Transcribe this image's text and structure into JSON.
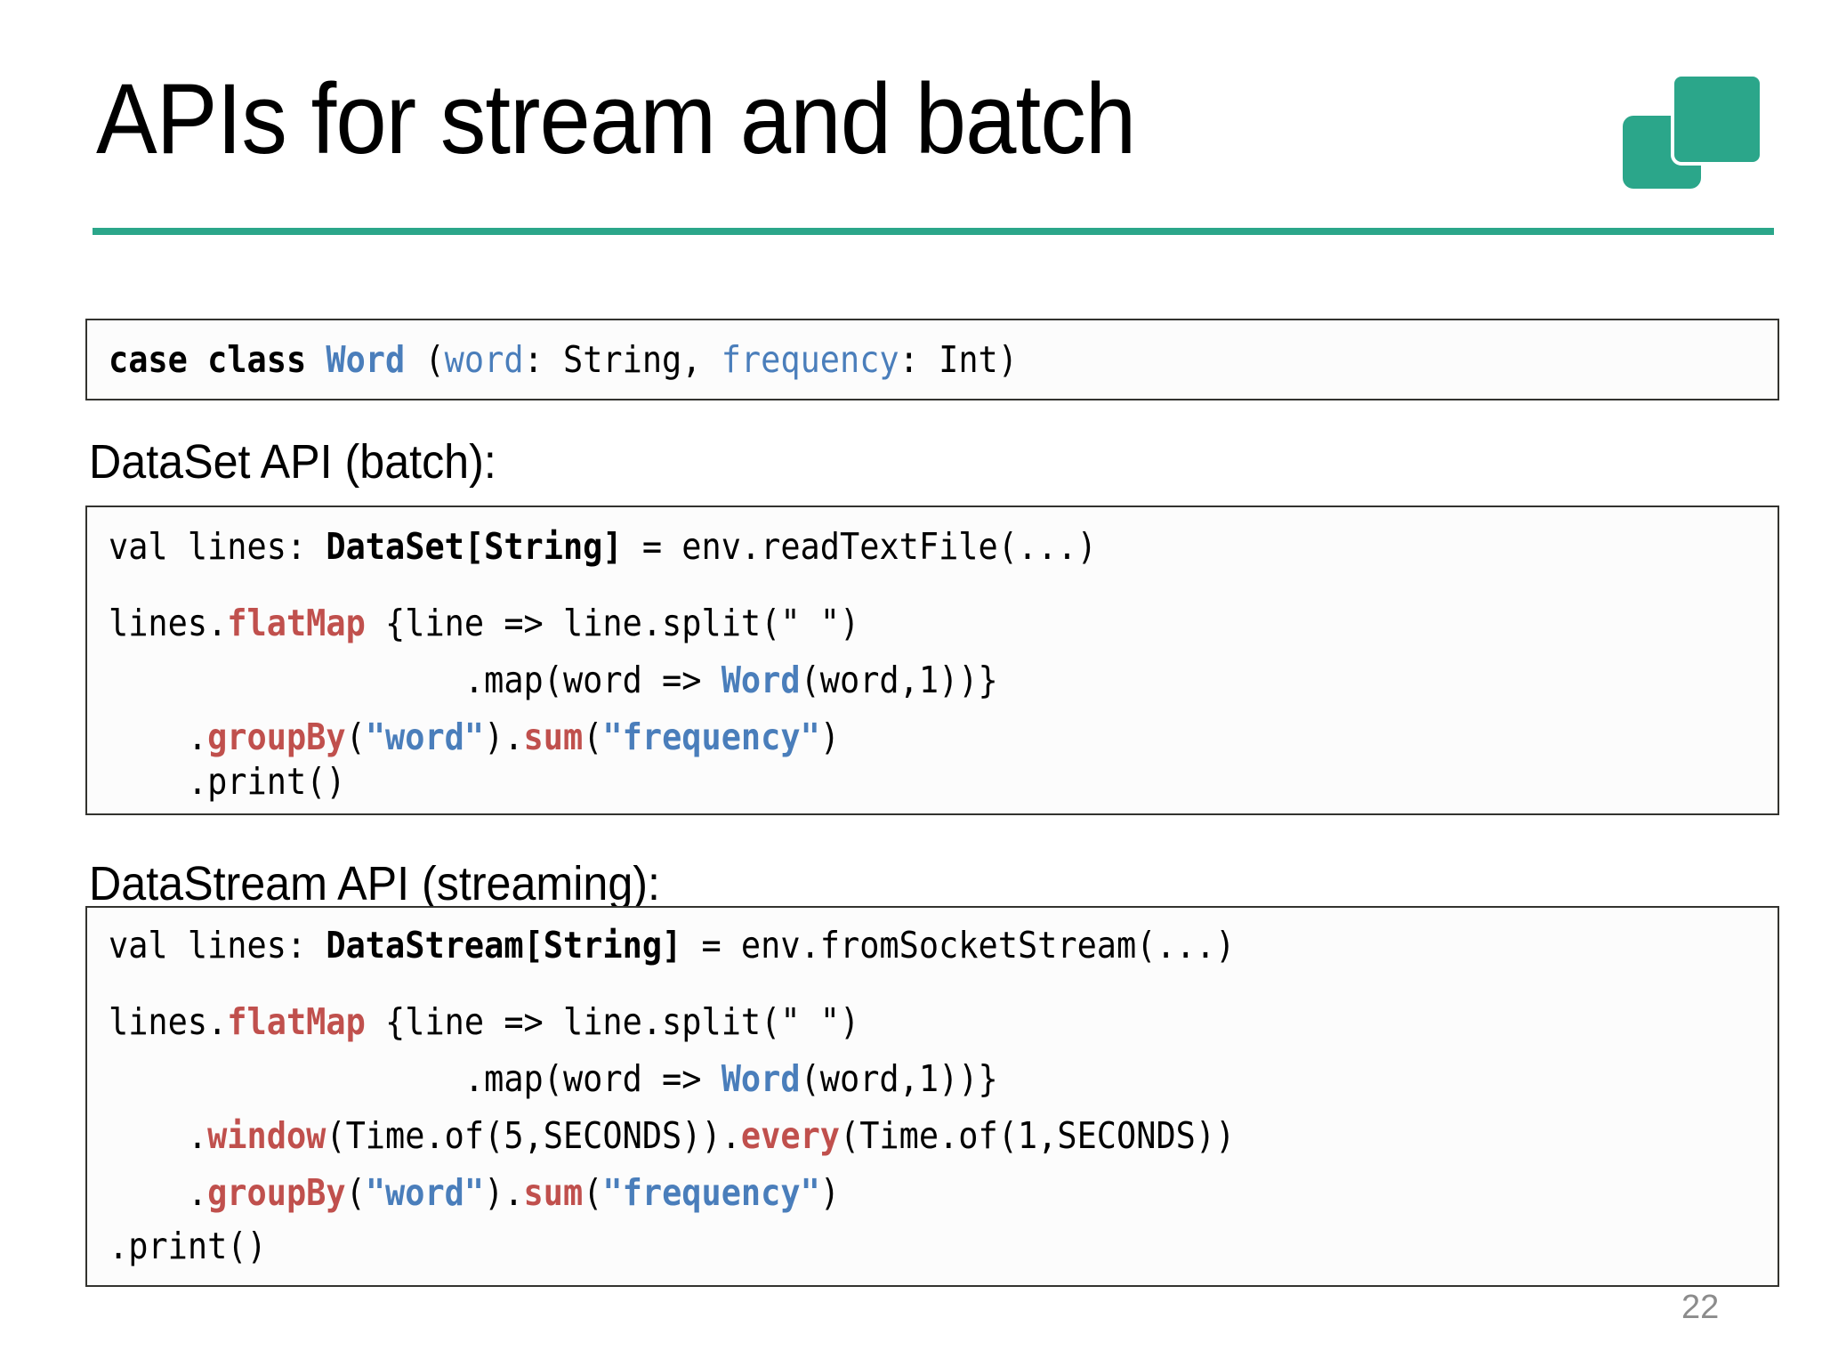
{
  "slide": {
    "title": "APIs for stream and batch",
    "page_number": "22",
    "accent_color": "#2ba68a",
    "code_keyword_color": "#000000",
    "code_blue_color": "#4a7ebb",
    "code_red_color": "#c0504d",
    "page_number_color": "#8c8c8c"
  },
  "logo": {
    "name": "two-overlapping-rounded-squares",
    "color": "#2ba68a"
  },
  "case_class_box": {
    "segments": [
      {
        "text": "case class ",
        "style": "kw"
      },
      {
        "text": "Word ",
        "style": "blue"
      },
      {
        "text": "(",
        "style": "plain"
      },
      {
        "text": "word",
        "style": "blue"
      },
      {
        "text": ": String, ",
        "style": "plain"
      },
      {
        "text": "frequency",
        "style": "blue"
      },
      {
        "text": ": Int)",
        "style": "plain"
      }
    ],
    "plain_text": "case class Word (word: String, frequency: Int)"
  },
  "dataset_section": {
    "label": "DataSet API (batch):",
    "lines": [
      "val lines: DataSet[String] = env.readTextFile(...)",
      "lines.flatMap {line => line.split(\" \")",
      "                     .map(word => Word(word,1))}",
      "    .groupBy(\"word\").sum(\"frequency\")",
      "    .print()"
    ],
    "l1_a": "val lines: ",
    "l1_b": "DataSet[String]",
    "l1_c": " = env.readTextFile(...)",
    "l2_a": "lines.",
    "l2_b": "flatMap",
    "l2_c": " {line => line.split(\" \")",
    "l3_a": "                  .map(word => ",
    "l3_b": "Word",
    "l3_c": "(word,1))}",
    "l4_indent": "    .",
    "l4_groupby": "groupBy",
    "l4_paren1": "(",
    "l4_word": "\"word\"",
    "l4_paren2": ").",
    "l4_sum": "sum",
    "l4_paren3": "(",
    "l4_freq": "\"frequency\"",
    "l4_paren4": ")",
    "l5": "    .print()"
  },
  "datastream_section": {
    "label": "DataStream API (streaming):",
    "lines": [
      "val lines: DataStream[String] = env.fromSocketStream(...)",
      "lines.flatMap {line => line.split(\" \")",
      "                     .map(word => Word(word,1))}",
      "    .window(Time.of(5,SECONDS)).every(Time.of(1,SECONDS))",
      "    .groupBy(\"word\").sum(\"frequency\")",
      ".print()"
    ],
    "l1_a": "val lines: ",
    "l1_b": "DataStream[String]",
    "l1_c": " = env.fromSocketStream(...)",
    "l2_a": "lines.",
    "l2_b": "flatMap",
    "l2_c": " {line => line.split(\" \")",
    "l3_a": "                  .map(word => ",
    "l3_b": "Word",
    "l3_c": "(word,1))}",
    "l4_indent": "    .",
    "l4_window": "window",
    "l4_mid": "(Time.of(5,SECONDS)).",
    "l4_every": "every",
    "l4_end": "(Time.of(1,SECONDS))",
    "l5_indent": "    .",
    "l5_groupby": "groupBy",
    "l5_paren1": "(",
    "l5_word": "\"word\"",
    "l5_paren2": ").",
    "l5_sum": "sum",
    "l5_paren3": "(",
    "l5_freq": "\"frequency\"",
    "l5_paren4": ")",
    "l6": ".print()"
  }
}
